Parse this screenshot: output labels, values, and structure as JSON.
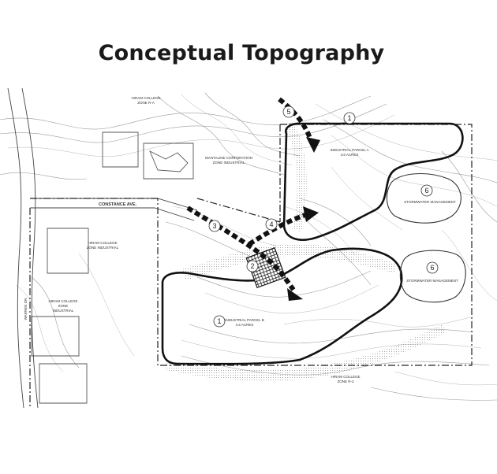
{
  "title": "Conceptual Topography",
  "labels": {
    "hiram_north": "HIRAM COLLEGE",
    "zone_north": "ZONE R-A",
    "mantaline": "MANTALINE CORPORATION",
    "mantaline_zone": "ZONE INDUSTRIAL",
    "constance": "CONSTANCE AVE.",
    "hiram_west": "HIRAM COLLEGE",
    "zone_west": "ZONE INDUSTRIAL",
    "hiram_sw": "HIRAM COLLEGE",
    "zone_sw_a": "ZONE",
    "zone_sw_b": "INDUSTRIAL",
    "parcel_a": "INDUSTRIAL PARCEL A",
    "parcel_a_area": "4.6 ACRES",
    "parcel_b": "INDUSTRIAL PARCEL B",
    "parcel_b_area": "4.6 ACRES",
    "storm_1": "STORMWATER MANAGEMENT",
    "storm_2": "STORMWATER MANAGEMENT",
    "hiram_south": "HIRAM COLLEGE",
    "zone_south": "ZONE R-2",
    "road_west": "WARREN DR."
  },
  "markers": {
    "m1a": "1",
    "m1b": "1",
    "m2": "2",
    "m3": "3",
    "m4": "4",
    "m5": "5",
    "m6a": "6",
    "m6b": "6"
  },
  "colors": {
    "ink": "#111111",
    "contour": "#9a9a9a",
    "hatch": "#555555"
  }
}
